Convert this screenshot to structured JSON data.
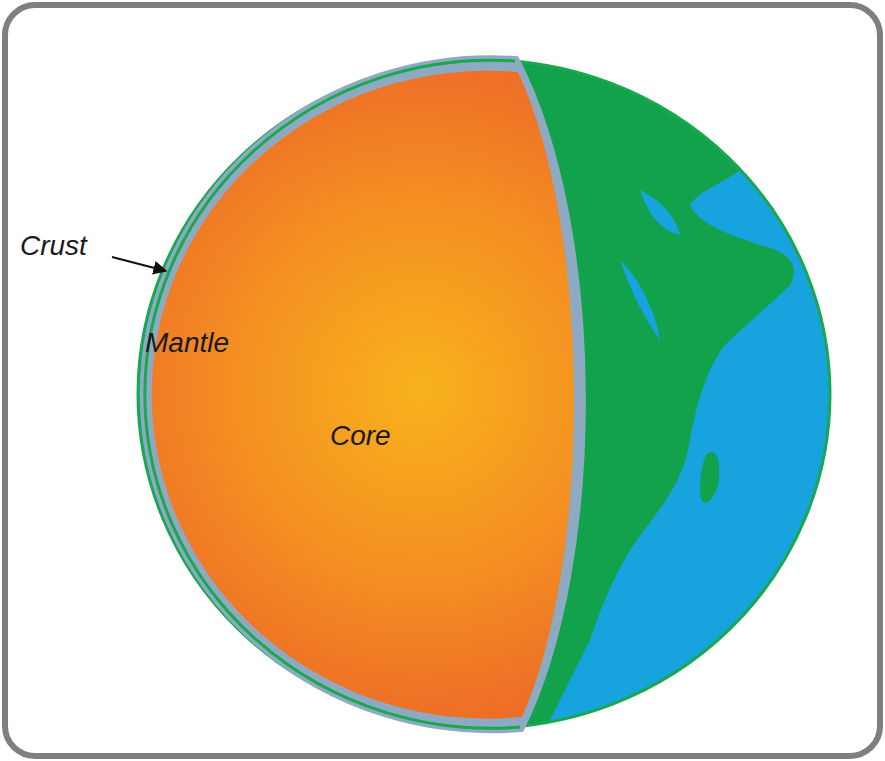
{
  "diagram": {
    "nodes": [
      {
        "text": [
          "Mantle"
        ]
      },
      {
        "text": [
          "Core"
        ],
        "in": 0
      }
    ],
    "labels": [
      "Crust"
    ]
  }
}
